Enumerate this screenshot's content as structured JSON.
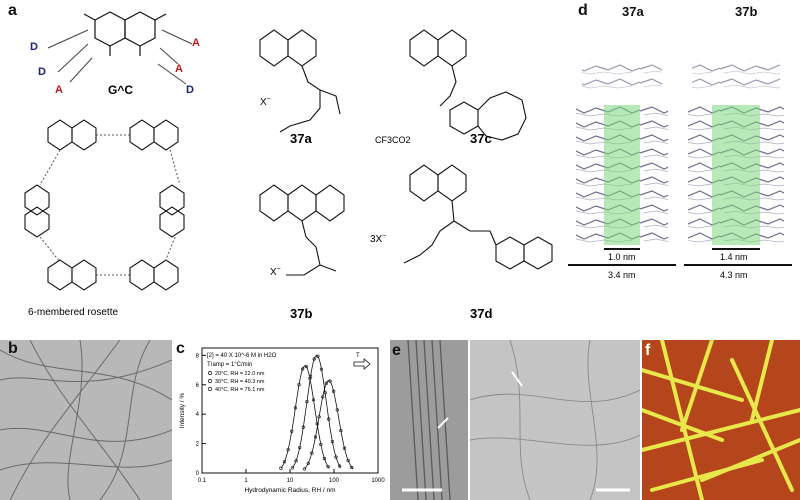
{
  "panels": {
    "a": "a",
    "b": "b",
    "c": "c",
    "d": "d",
    "e": "e",
    "f": "f"
  },
  "gc": {
    "label": "G^C",
    "donor": "D",
    "acceptor": "A",
    "rosette": "6-membered rosette"
  },
  "compounds": {
    "c37a": "37a",
    "c37b": "37b",
    "c37c": "37c",
    "c37d": "37d",
    "counterion_x": "X",
    "counterion_3x": "3X",
    "tfa": "CF3CO2"
  },
  "panel_d": {
    "left_label": "37a",
    "right_label": "37b",
    "left_inner": "1.0 nm",
    "left_outer": "3.4 nm",
    "right_inner": "1.4 nm",
    "right_outer": "4.3 nm"
  },
  "chart_data": {
    "type": "line",
    "title": "",
    "annotation_line1": "[2] = 40 X 10^-6 M in H2O",
    "annotation_line2": "Tramp = 1°C/min",
    "temperature_arrow": "T",
    "xlabel": "Hydrodynamic Radius, RH / nm",
    "ylabel": "Intensity / %",
    "xscale": "log",
    "xlim": [
      0.1,
      1000
    ],
    "ylim": [
      0,
      8.5
    ],
    "xticks": [
      "0.1",
      "1",
      "10",
      "100",
      "1000"
    ],
    "yticks": [
      "0",
      "2",
      "4",
      "6",
      "8"
    ],
    "series": [
      {
        "name": "20°C, RH = 22.0 nm",
        "marker": "circle",
        "center": 22.0,
        "peak": 7.3
      },
      {
        "name": "30°C, RH = 40.3 nm",
        "marker": "diamond",
        "center": 40.3,
        "peak": 8.0
      },
      {
        "name": "40°C, RH = 76.1 nm",
        "marker": "triangle",
        "center": 76.1,
        "peak": 6.3
      }
    ]
  },
  "colors": {
    "donor": "#1a237e",
    "acceptor": "#b71c1c",
    "green": "#7cd67c",
    "afm_bg": "#b5451b",
    "afm_fiber": "#e8e84a"
  }
}
